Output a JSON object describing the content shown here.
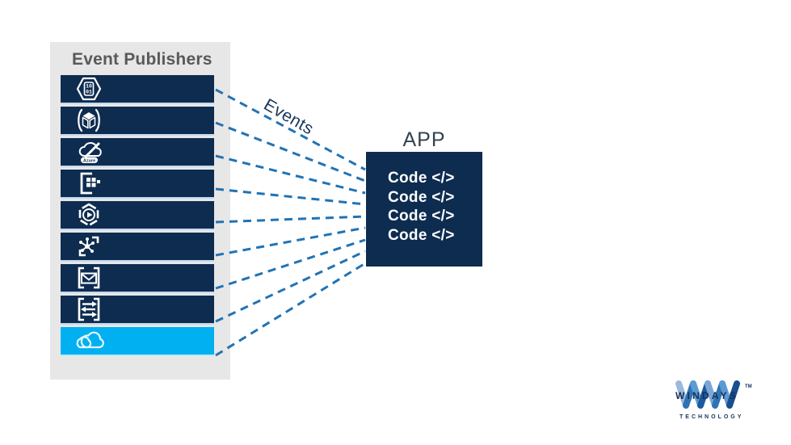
{
  "panel": {
    "title": "Event Publishers"
  },
  "publishers": [
    {
      "icon": "iot-hub-icon",
      "chip": [
        "10",
        "01"
      ]
    },
    {
      "icon": "event-topic-cube-icon"
    },
    {
      "icon": "azure-subscription-icon",
      "badge": "Azure"
    },
    {
      "icon": "resource-group-icon"
    },
    {
      "icon": "media-services-icon"
    },
    {
      "icon": "iot-devices-graph-icon"
    },
    {
      "icon": "event-hubs-envelope-icon"
    },
    {
      "icon": "service-bus-arrows-icon"
    },
    {
      "icon": "custom-cloud-icon"
    }
  ],
  "flow": {
    "label": "Events",
    "line_count": 9
  },
  "app": {
    "label": "APP",
    "code_lines": [
      "Code </>",
      "Code </>",
      "Code </>",
      "Code </>"
    ]
  },
  "logo": {
    "brand": "WINDAYS",
    "tm": "TM",
    "tagline": "TECHNOLOGY"
  },
  "colors": {
    "navy": "#0e2c50",
    "cyan": "#00b0f0",
    "dash": "#2173b4",
    "panel": "#e8e7e7",
    "title-gray": "#58595b",
    "events-navy": "#16365c",
    "app-text": "#35414f",
    "logo-navy": "#1a2f57"
  }
}
